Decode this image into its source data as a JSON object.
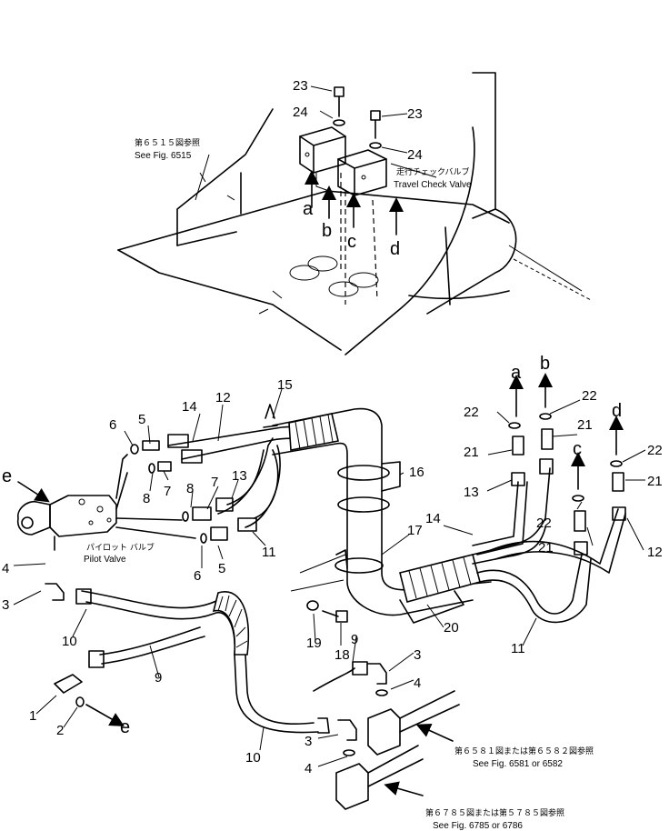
{
  "references": {
    "upper_left": {
      "jp": "第６５１５図参照",
      "en": "See Fig. 6515"
    },
    "travel_check_valve": {
      "jp": "走行チェックバルブ",
      "en": "Travel Check Valve"
    },
    "pilot_valve": {
      "jp": "パイロット バルブ",
      "en": "Pilot Valve"
    },
    "lower_right_1": {
      "jp": "第６５８１図または第６５８２図参照",
      "en": "See Fig. 6581 or 6582"
    },
    "lower_right_2": {
      "jp": "第６７８５図または第５７８５図参照",
      "en": "See Fig. 6785 or 6786"
    }
  },
  "letters": {
    "a": "a",
    "b": "b",
    "c": "c",
    "d": "d",
    "e": "e"
  },
  "callouts": {
    "n1": "1",
    "n2": "2",
    "n3": "3",
    "n4": "4",
    "n5": "5",
    "n6": "6",
    "n7": "7",
    "n8": "8",
    "n9": "9",
    "n10": "10",
    "n11": "11",
    "n12": "12",
    "n13": "13",
    "n14": "14",
    "n15": "15",
    "n16": "16",
    "n17": "17",
    "n18": "18",
    "n19": "19",
    "n20": "20",
    "n21": "21",
    "n22": "22",
    "n23": "23",
    "n24": "24"
  }
}
